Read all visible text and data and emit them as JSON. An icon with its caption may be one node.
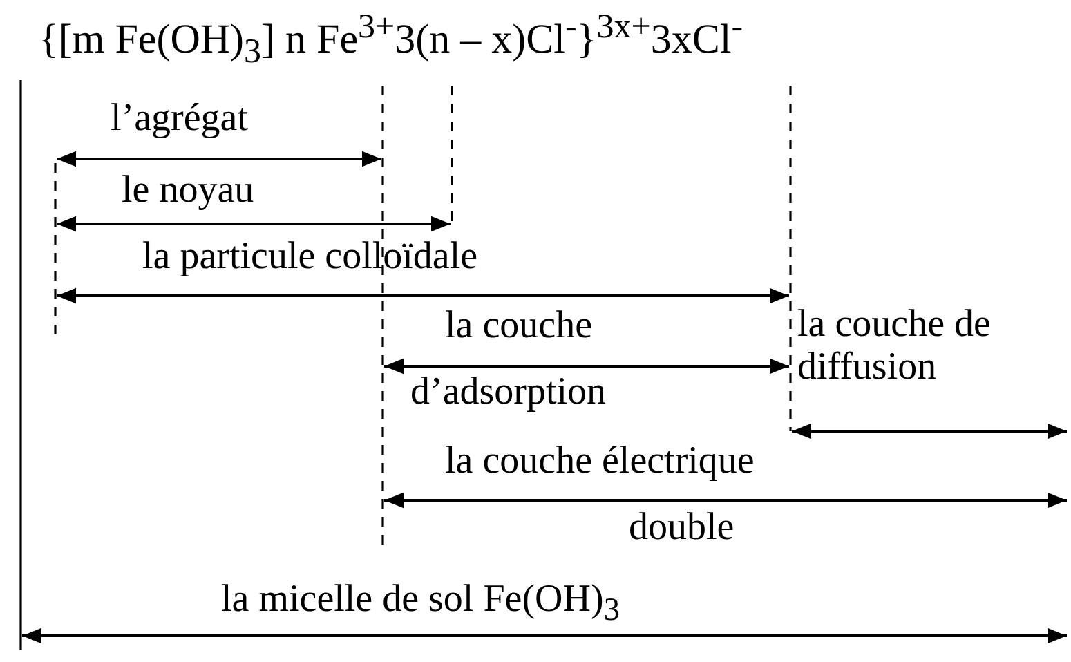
{
  "diagram": {
    "labels": [
      "{[m Fe(OH)$_{3}$] n Fe$^{3+}$3(n – x)Cl$^{-}$}$^{3x+}$3xCl$^{-}$",
      "l’agrégat",
      "le noyau",
      "la particule colloïdale",
      "la couche",
      "la couche de diffusion",
      "d’adsorption",
      "la couche électrique",
      "double",
      "la micelle de sol Fe(OH)$_{3}$"
    ]
  }
}
